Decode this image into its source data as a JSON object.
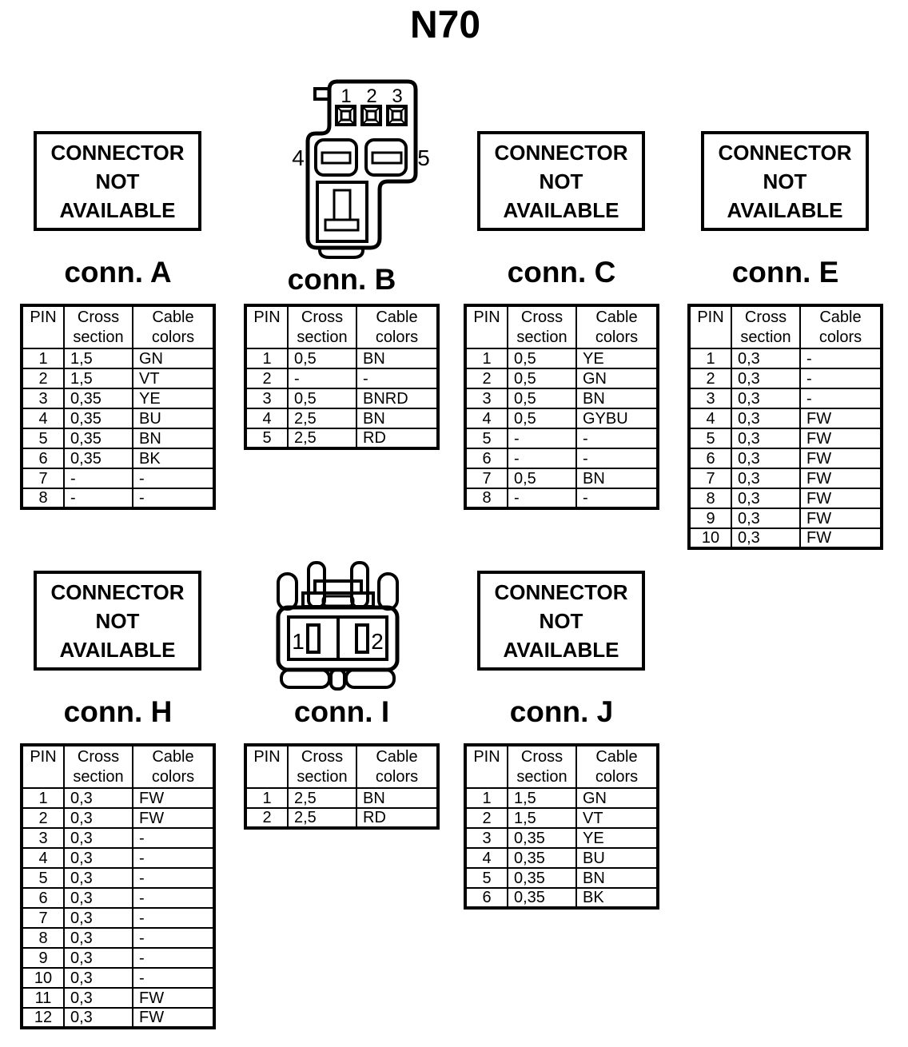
{
  "title": "N70",
  "not_available_lines": [
    "CONNECTOR",
    "NOT",
    "AVAILABLE"
  ],
  "table_headers": {
    "pin": "PIN",
    "cross_line1": "Cross",
    "cross_line2": "section",
    "cable_line1": "Cable",
    "cable_line2": "colors"
  },
  "ink_color": "#000000",
  "paper_color": "#ffffff",
  "connectors": {
    "A": {
      "label": "conn. A",
      "available": false,
      "rows": [
        [
          "1",
          "1,5",
          "GN"
        ],
        [
          "2",
          "1,5",
          "VT"
        ],
        [
          "3",
          "0,35",
          "YE"
        ],
        [
          "4",
          "0,35",
          "BU"
        ],
        [
          "5",
          "0,35",
          "BN"
        ],
        [
          "6",
          "0,35",
          "BK"
        ],
        [
          "7",
          "-",
          "-"
        ],
        [
          "8",
          "-",
          "-"
        ]
      ]
    },
    "B": {
      "label": "conn. B",
      "available": true,
      "diagram_pin_labels": [
        "1",
        "2",
        "3",
        "4",
        "5"
      ],
      "rows": [
        [
          "1",
          "0,5",
          "BN"
        ],
        [
          "2",
          "-",
          "-"
        ],
        [
          "3",
          "0,5",
          "BNRD"
        ],
        [
          "4",
          "2,5",
          "BN"
        ],
        [
          "5",
          "2,5",
          "RD"
        ]
      ]
    },
    "C": {
      "label": "conn. C",
      "available": false,
      "rows": [
        [
          "1",
          "0,5",
          "YE"
        ],
        [
          "2",
          "0,5",
          "GN"
        ],
        [
          "3",
          "0,5",
          "BN"
        ],
        [
          "4",
          "0,5",
          "GYBU"
        ],
        [
          "5",
          "-",
          "-"
        ],
        [
          "6",
          "-",
          "-"
        ],
        [
          "7",
          "0,5",
          "BN"
        ],
        [
          "8",
          "-",
          "-"
        ]
      ]
    },
    "E": {
      "label": "conn. E",
      "available": false,
      "rows": [
        [
          "1",
          "0,3",
          "-"
        ],
        [
          "2",
          "0,3",
          "-"
        ],
        [
          "3",
          "0,3",
          "-"
        ],
        [
          "4",
          "0,3",
          "FW"
        ],
        [
          "5",
          "0,3",
          "FW"
        ],
        [
          "6",
          "0,3",
          "FW"
        ],
        [
          "7",
          "0,3",
          "FW"
        ],
        [
          "8",
          "0,3",
          "FW"
        ],
        [
          "9",
          "0,3",
          "FW"
        ],
        [
          "10",
          "0,3",
          "FW"
        ]
      ]
    },
    "H": {
      "label": "conn. H",
      "available": false,
      "rows": [
        [
          "1",
          "0,3",
          "FW"
        ],
        [
          "2",
          "0,3",
          "FW"
        ],
        [
          "3",
          "0,3",
          "-"
        ],
        [
          "4",
          "0,3",
          "-"
        ],
        [
          "5",
          "0,3",
          "-"
        ],
        [
          "6",
          "0,3",
          "-"
        ],
        [
          "7",
          "0,3",
          "-"
        ],
        [
          "8",
          "0,3",
          "-"
        ],
        [
          "9",
          "0,3",
          "-"
        ],
        [
          "10",
          "0,3",
          "-"
        ],
        [
          "11",
          "0,3",
          "FW"
        ],
        [
          "12",
          "0,3",
          "FW"
        ]
      ]
    },
    "I": {
      "label": "conn. I",
      "available": true,
      "diagram_pin_labels": [
        "1",
        "2"
      ],
      "rows": [
        [
          "1",
          "2,5",
          "BN"
        ],
        [
          "2",
          "2,5",
          "RD"
        ]
      ]
    },
    "J": {
      "label": "conn. J",
      "available": false,
      "rows": [
        [
          "1",
          "1,5",
          "GN"
        ],
        [
          "2",
          "1,5",
          "VT"
        ],
        [
          "3",
          "0,35",
          "YE"
        ],
        [
          "4",
          "0,35",
          "BU"
        ],
        [
          "5",
          "0,35",
          "BN"
        ],
        [
          "6",
          "0,35",
          "BK"
        ]
      ]
    }
  }
}
